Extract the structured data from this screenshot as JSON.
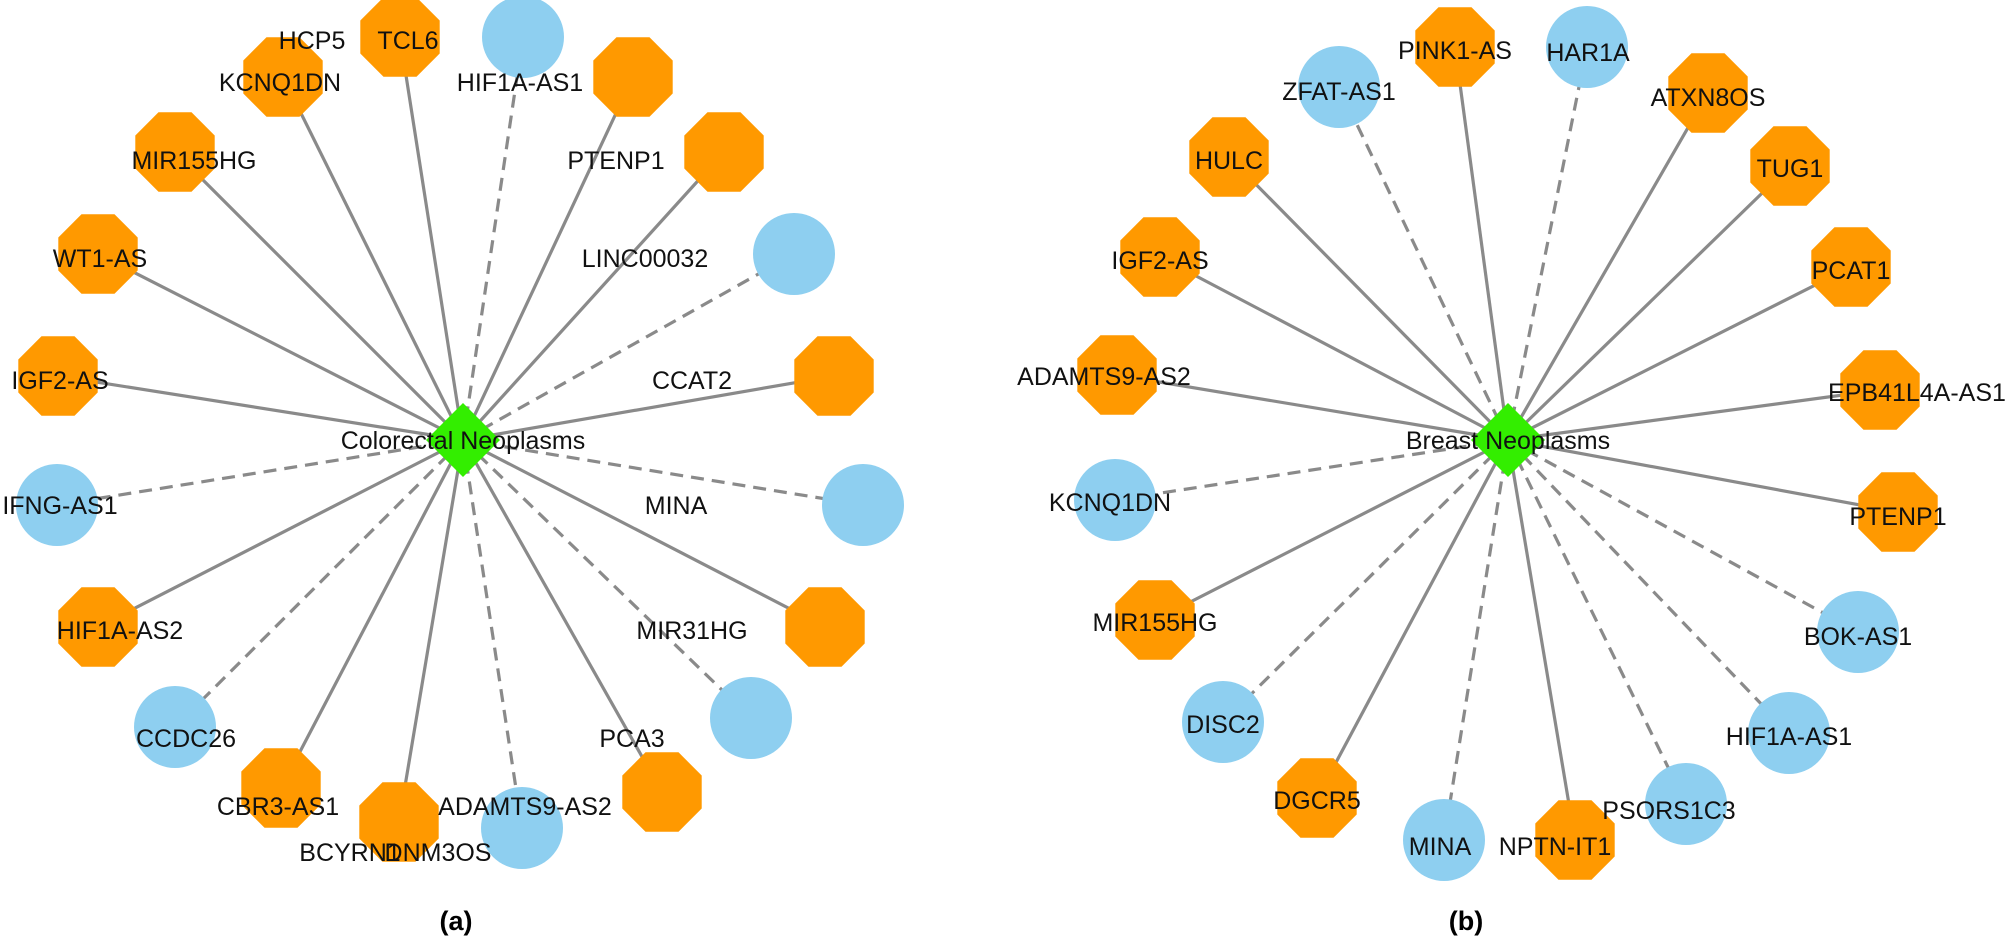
{
  "colors": {
    "orange_node": "#FF9900",
    "blue_node": "#8ECFF0",
    "hub": "#33EE00",
    "edge": "#8A8A8A"
  },
  "legend_semantics": {
    "orange_octagon": "octagon",
    "blue_circle": "circle",
    "hub_shape": "diamond",
    "solid_edge": "solid",
    "dashed_edge": "dashed"
  },
  "panels": [
    {
      "caption": "(a)",
      "hub_label": "Colorectal Neoplasms",
      "nodes": [
        {
          "label": "HCP5",
          "type": "orange",
          "edge": "solid"
        },
        {
          "label": "TCL6",
          "type": "blue",
          "edge": "dashed"
        },
        {
          "label": "HIF1A-AS1",
          "type": "orange",
          "edge": "solid"
        },
        {
          "label": "PTENP1",
          "type": "orange",
          "edge": "solid"
        },
        {
          "label": "LINC00032",
          "type": "blue",
          "edge": "dashed"
        },
        {
          "label": "CCAT2",
          "type": "orange",
          "edge": "solid"
        },
        {
          "label": "MINA",
          "type": "blue",
          "edge": "dashed"
        },
        {
          "label": "MIR31HG",
          "type": "orange",
          "edge": "solid"
        },
        {
          "label": "PCA3",
          "type": "blue",
          "edge": "dashed"
        },
        {
          "label": "ADAMTS9-AS2",
          "type": "orange",
          "edge": "solid"
        },
        {
          "label": "DNM3OS",
          "type": "blue",
          "edge": "dashed"
        },
        {
          "label": "BCYRN1",
          "type": "orange",
          "edge": "solid"
        },
        {
          "label": "CBR3-AS1",
          "type": "orange",
          "edge": "solid"
        },
        {
          "label": "CCDC26",
          "type": "blue",
          "edge": "dashed"
        },
        {
          "label": "HIF1A-AS2",
          "type": "orange",
          "edge": "solid"
        },
        {
          "label": "IFNG-AS1",
          "type": "blue",
          "edge": "dashed"
        },
        {
          "label": "IGF2-AS",
          "type": "orange",
          "edge": "solid"
        },
        {
          "label": "WT1-AS",
          "type": "orange",
          "edge": "solid"
        },
        {
          "label": "MIR155HG",
          "type": "orange",
          "edge": "solid"
        },
        {
          "label": "KCNQ1DN",
          "type": "orange",
          "edge": "solid"
        }
      ]
    },
    {
      "caption": "(b)",
      "hub_label": "Breast Neoplasms",
      "nodes": [
        {
          "label": "PINK1-AS",
          "type": "orange",
          "edge": "solid"
        },
        {
          "label": "HAR1A",
          "type": "blue",
          "edge": "dashed"
        },
        {
          "label": "ATXN8OS",
          "type": "orange",
          "edge": "solid"
        },
        {
          "label": "TUG1",
          "type": "orange",
          "edge": "solid"
        },
        {
          "label": "PCAT1",
          "type": "orange",
          "edge": "solid"
        },
        {
          "label": "EPB41L4A-AS1",
          "type": "orange",
          "edge": "solid"
        },
        {
          "label": "PTENP1",
          "type": "orange",
          "edge": "solid"
        },
        {
          "label": "BOK-AS1",
          "type": "blue",
          "edge": "dashed"
        },
        {
          "label": "HIF1A-AS1",
          "type": "blue",
          "edge": "dashed"
        },
        {
          "label": "PSORS1C3",
          "type": "blue",
          "edge": "dashed"
        },
        {
          "label": "NPTN-IT1",
          "type": "orange",
          "edge": "solid"
        },
        {
          "label": "MINA",
          "type": "blue",
          "edge": "dashed"
        },
        {
          "label": "DGCR5",
          "type": "orange",
          "edge": "solid"
        },
        {
          "label": "DISC2",
          "type": "blue",
          "edge": "dashed"
        },
        {
          "label": "MIR155HG",
          "type": "orange",
          "edge": "solid"
        },
        {
          "label": "KCNQ1DN",
          "type": "blue",
          "edge": "dashed"
        },
        {
          "label": "ADAMTS9-AS2",
          "type": "orange",
          "edge": "solid"
        },
        {
          "label": "IGF2-AS",
          "type": "orange",
          "edge": "solid"
        },
        {
          "label": "HULC",
          "type": "orange",
          "edge": "solid"
        },
        {
          "label": "ZFAT-AS1",
          "type": "blue",
          "edge": "dashed"
        }
      ]
    }
  ]
}
